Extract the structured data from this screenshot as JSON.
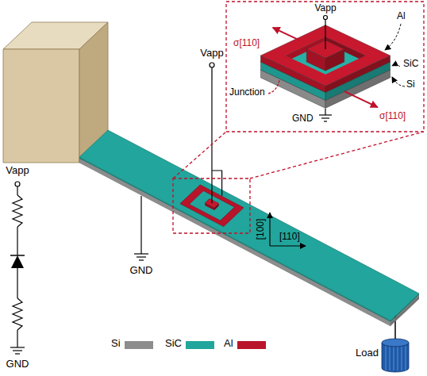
{
  "diagram": {
    "labels": [
      "Vapp",
      "σ[110]",
      "Al",
      "SiC",
      "Junction",
      "σ[110]",
      "Si",
      "GND",
      "Vapp",
      "[100]",
      "[110]",
      "Vapp",
      "GND",
      "GND",
      "Load"
    ],
    "legend": [
      {
        "text": "Si",
        "color": "#8d8d8d"
      },
      {
        "text": "SiC",
        "color": "#22a59c"
      },
      {
        "text": "Al",
        "color": "#b8142a"
      }
    ]
  }
}
